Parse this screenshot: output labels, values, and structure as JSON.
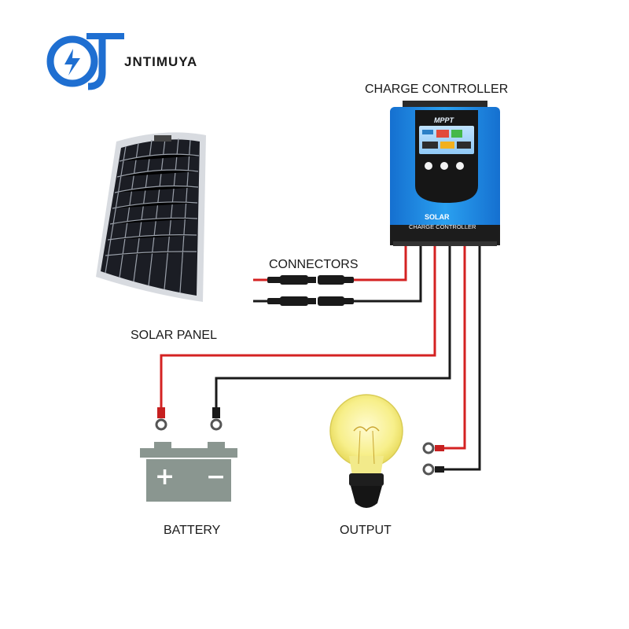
{
  "brand": {
    "name": "JNTIMUYA",
    "color": "#1f6fd1"
  },
  "labels": {
    "charge_controller": "CHARGE CONTROLLER",
    "connectors": "CONNECTORS",
    "solar_panel": "SOLAR PANEL",
    "battery": "BATTERY",
    "output": "OUTPUT"
  },
  "controller": {
    "screen_title": "MPPT",
    "device_brand": "SOLAR",
    "device_name": "CHARGE CONTROLLER",
    "body_color": "#1e8fe6"
  },
  "battery": {
    "plus": "+",
    "minus": "−"
  },
  "wire_colors": {
    "positive": "#d42222",
    "negative": "#1a1a1a"
  },
  "icons": [
    "brand-logo-icon",
    "solar-panel-icon",
    "charge-controller-icon",
    "connector-icon",
    "ring-terminal-icon",
    "battery-icon",
    "light-bulb-icon"
  ]
}
